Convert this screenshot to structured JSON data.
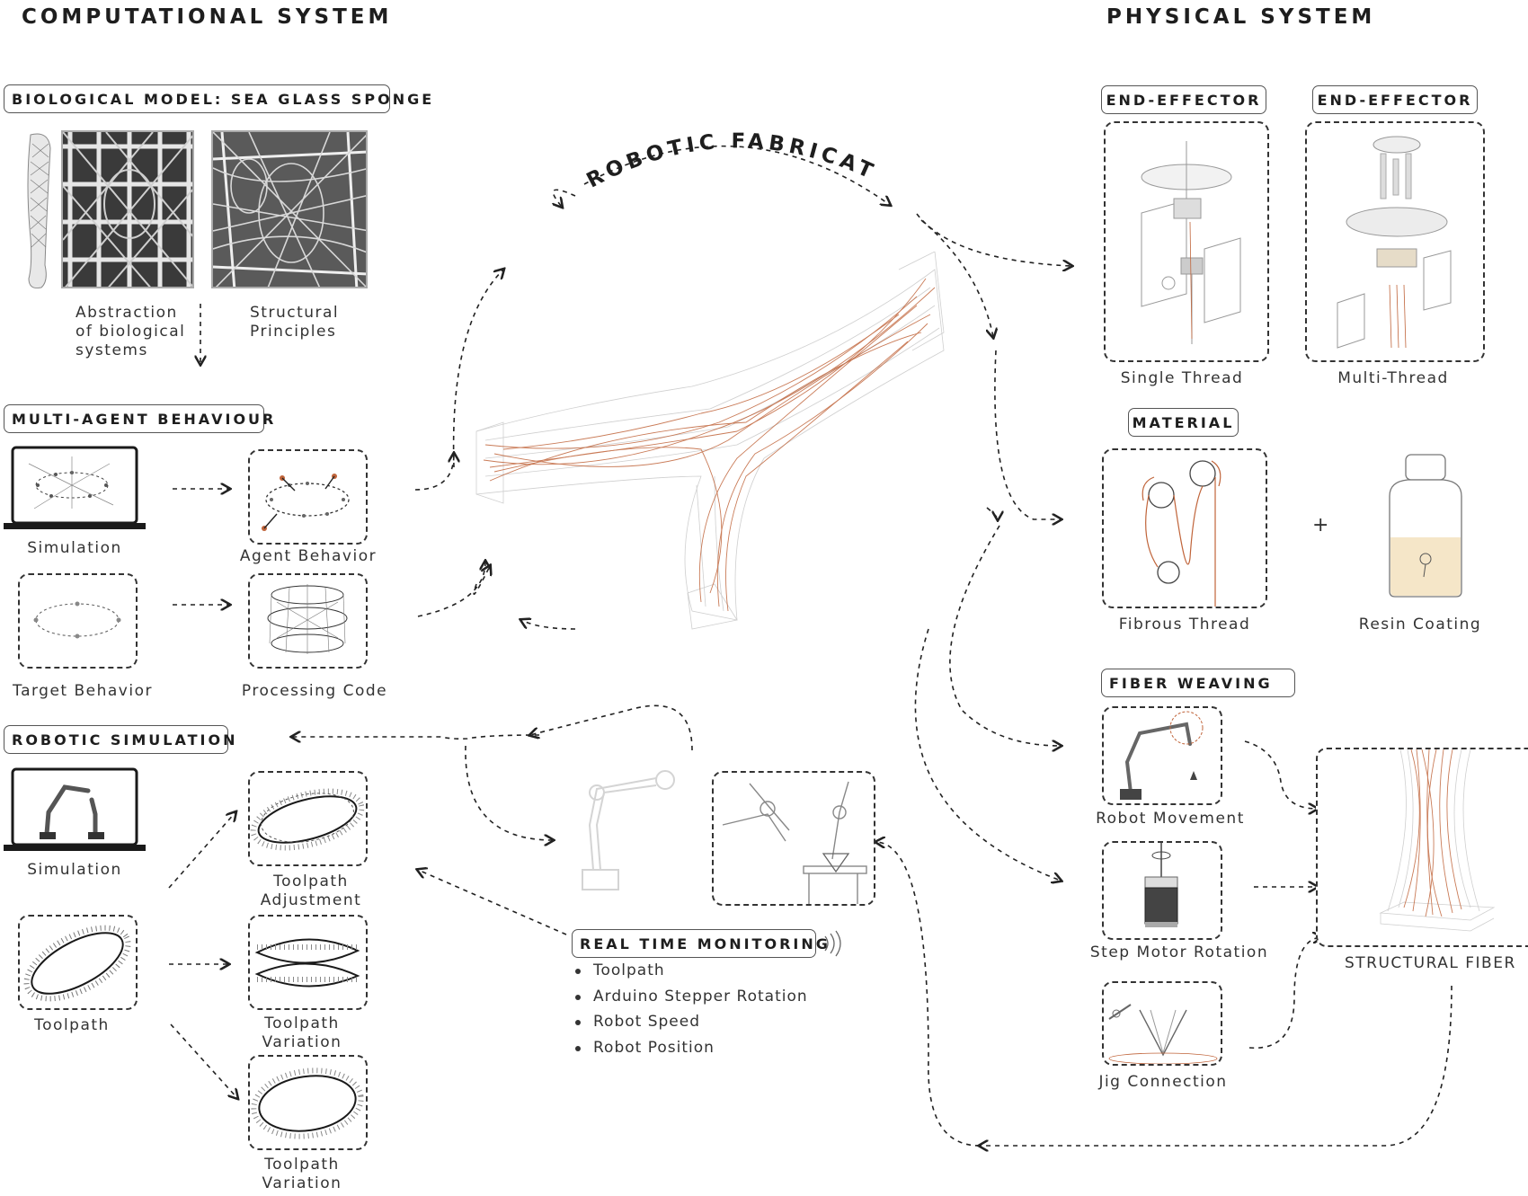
{
  "computational": {
    "title": "COMPUTATIONAL SYSTEM",
    "biological": {
      "label": "BIOLOGICAL MODEL: SEA GLASS SPONGE",
      "caption_abstraction": "Abstraction\nof biological\nsystems",
      "caption_principles": "Structural\nPrinciples"
    },
    "multi_agent": {
      "label": "MULTI-AGENT BEHAVIOUR",
      "simulation": "Simulation",
      "agent_behavior": "Agent Behavior",
      "target_behavior": "Target Behavior",
      "processing_code": "Processing Code"
    },
    "robotic_sim": {
      "label": "ROBOTIC SIMULATION",
      "simulation": "Simulation",
      "toolpath": "Toolpath",
      "toolpath_adjustment": "Toolpath\nAdjustment",
      "toolpath_variation_1": "Toolpath\nVariation",
      "toolpath_variation_2": "Toolpath\nVariation"
    }
  },
  "center": {
    "robotic_fabrication": "ROBOTIC FABRICATION",
    "monitoring": {
      "label": "REAL TIME MONITORING",
      "items": [
        "Toolpath",
        "Arduino Stepper Rotation",
        "Robot Speed",
        "Robot Position"
      ]
    }
  },
  "physical": {
    "title": "PHYSICAL SYSTEM",
    "end_effector_1": {
      "label": "END-EFFECTOR",
      "caption": "Single Thread"
    },
    "end_effector_2": {
      "label": "END-EFFECTOR",
      "caption": "Multi-Thread"
    },
    "material": {
      "label": "MATERIAL",
      "fibrous": "Fibrous Thread",
      "plus": "+",
      "resin": "Resin Coating"
    },
    "fiber_weaving": {
      "label": "FIBER WEAVING",
      "robot_movement": "Robot Movement",
      "step_motor": "Step Motor Rotation",
      "jig": "Jig Connection",
      "structural_fiber": "STRUCTURAL FIBER"
    }
  },
  "colors": {
    "ink": "#2b2b2b",
    "fiber": "#c0643a",
    "grid": "#cfcfcf"
  }
}
